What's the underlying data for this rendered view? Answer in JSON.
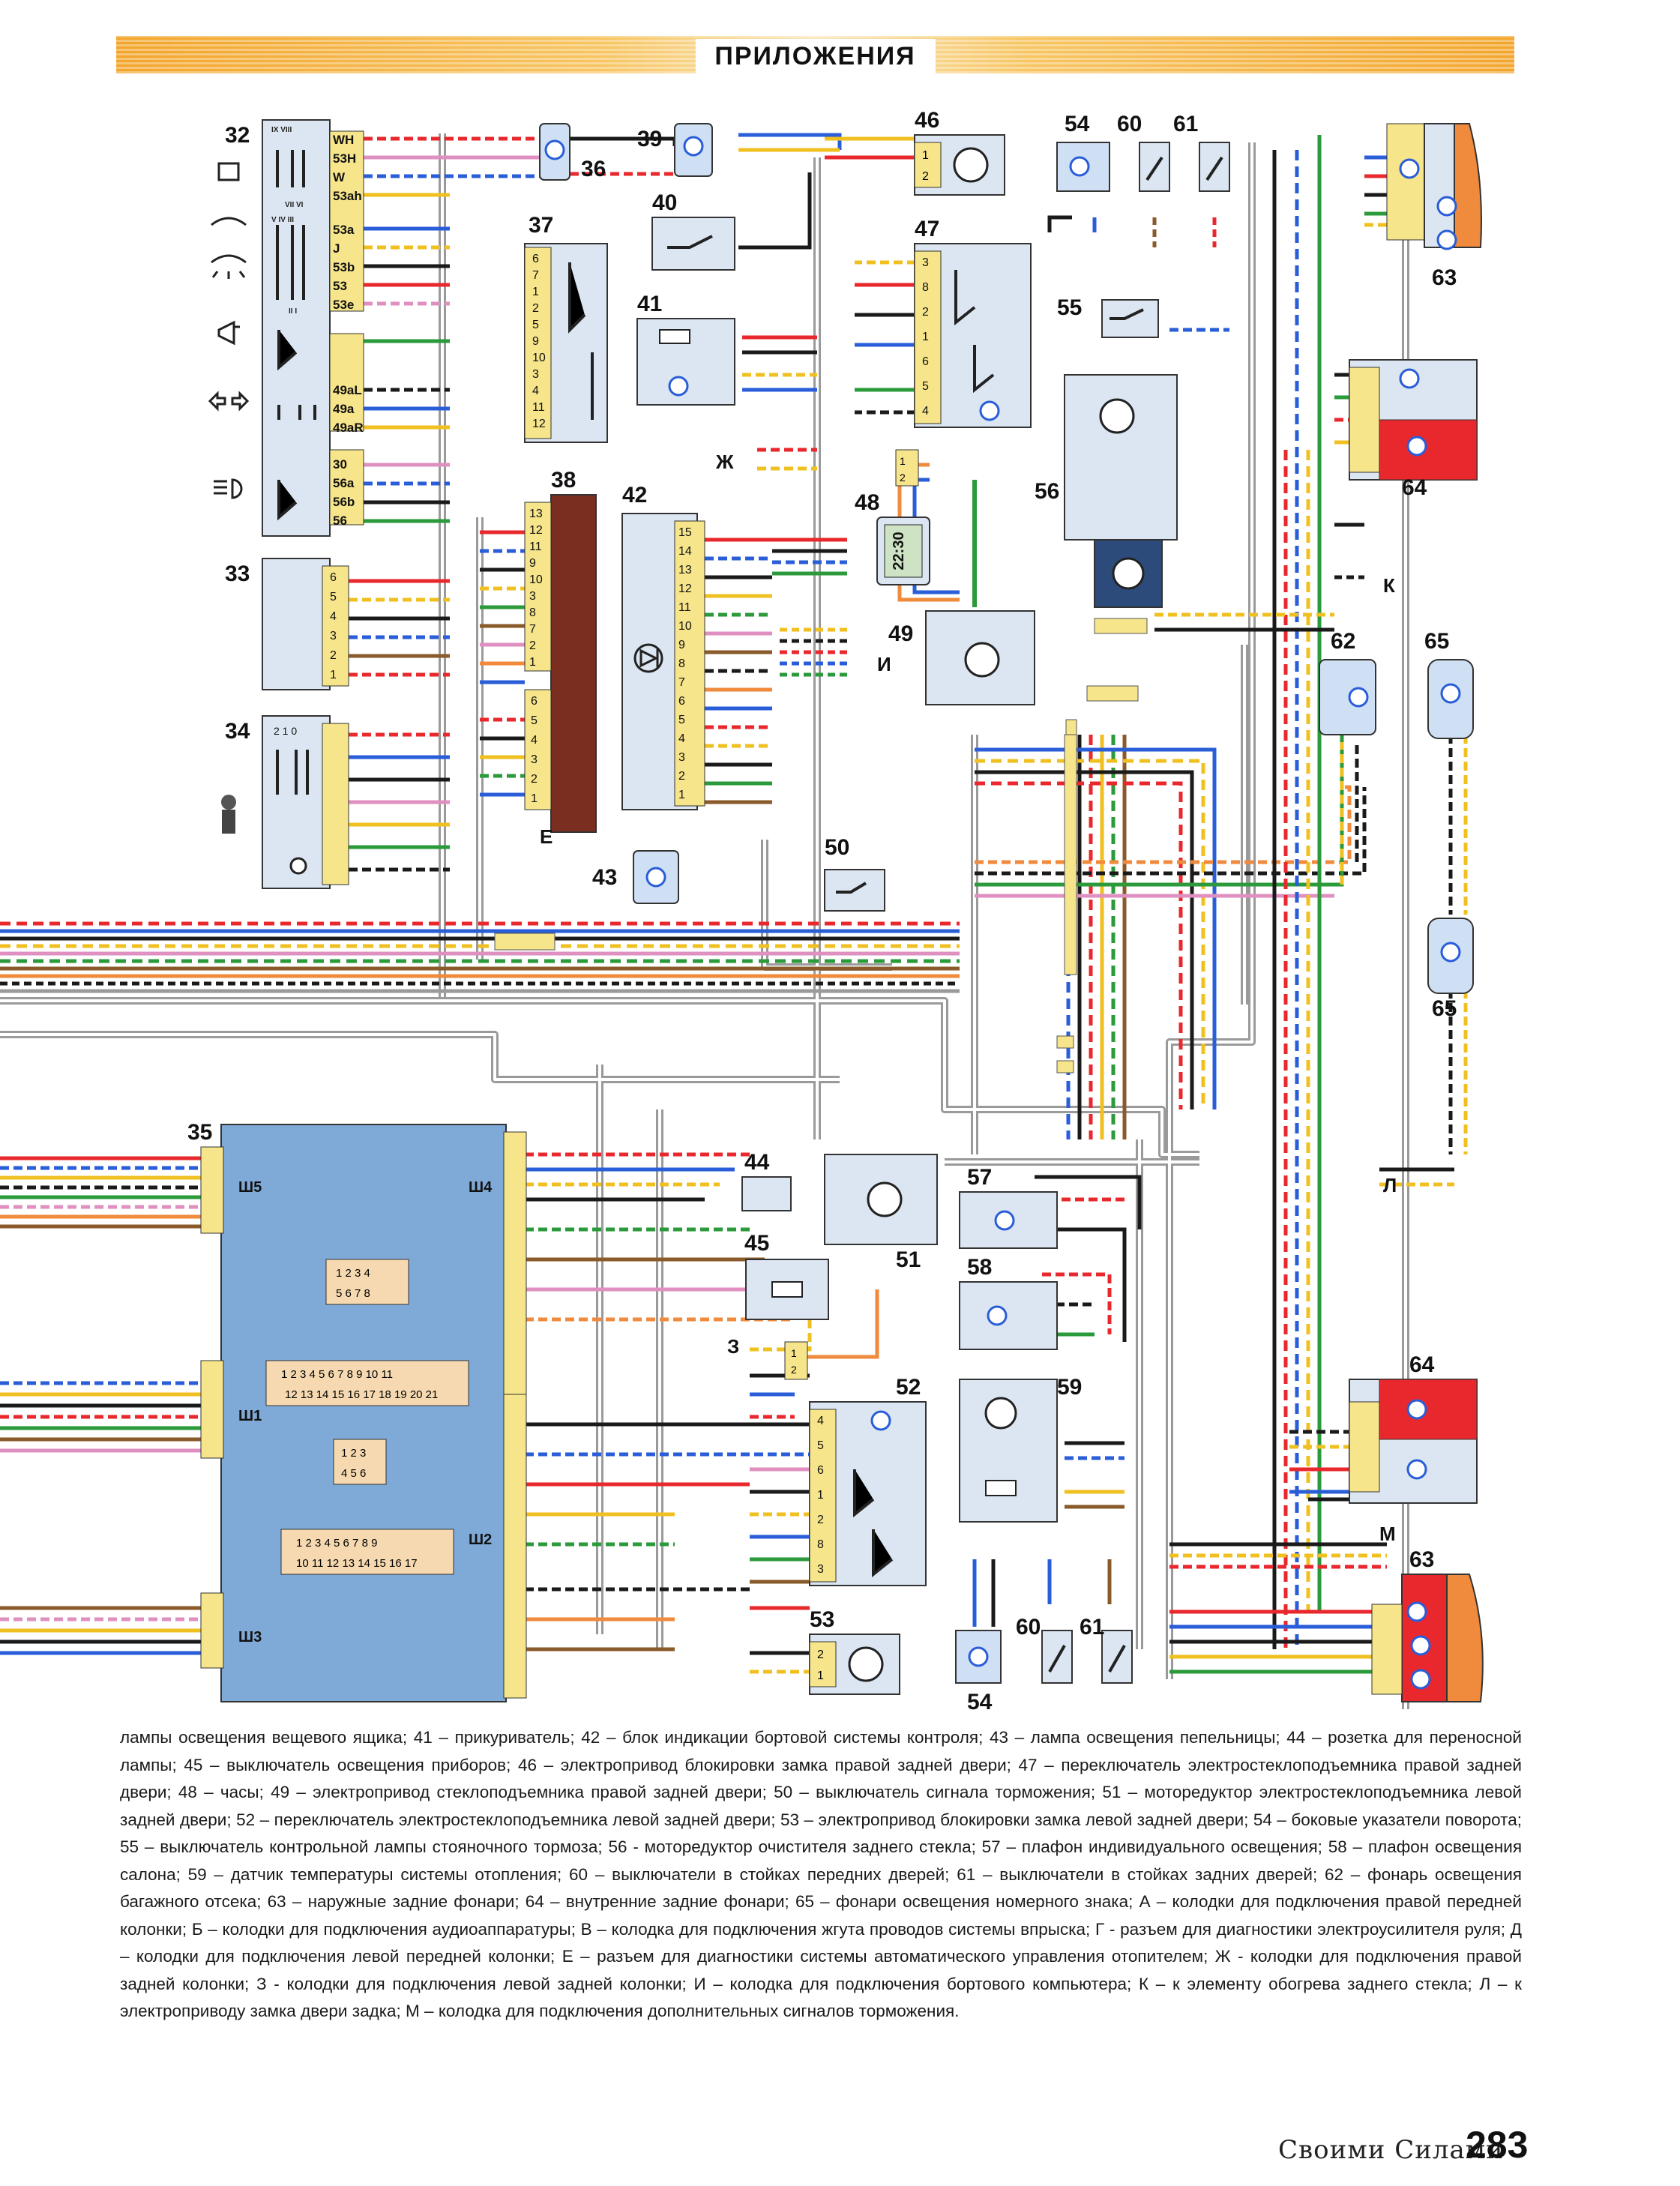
{
  "header": {
    "title": "ПРИЛОЖЕНИЯ"
  },
  "colors": {
    "header_bar": "#f3a52c",
    "ecu_block": "#7fa9d6",
    "lamp_red": "#e8282d",
    "lamp_orange": "#f08a3c",
    "connector_yellow": "#f6e58a",
    "harness_gray": "#9a9a9a"
  },
  "diagram": {
    "components": {
      "c32": "32",
      "c33": "33",
      "c34": "34",
      "c35": "35",
      "c36": "36",
      "c37": "37",
      "c38": "38",
      "c39": "39",
      "c40": "40",
      "c41": "41",
      "c42": "42",
      "c43": "43",
      "c44": "44",
      "c45": "45",
      "c46": "46",
      "c47": "47",
      "c48": "48",
      "c49": "49",
      "c50": "50",
      "c51": "51",
      "c52": "52",
      "c53": "53",
      "c54a": "54",
      "c54b": "54",
      "c55": "55",
      "c56": "56",
      "c57": "57",
      "c58": "58",
      "c59": "59",
      "c60a": "60",
      "c60b": "60",
      "c61a": "61",
      "c61b": "61",
      "c62": "62",
      "c63a": "63",
      "c63b": "63",
      "c64a": "64",
      "c64b": "64",
      "c65a": "65",
      "c65b": "65"
    },
    "connector_letters": {
      "E": "Е",
      "ZH": "Ж",
      "I": "И",
      "K": "К",
      "L": "Л",
      "Z": "З",
      "M": "М"
    },
    "switch32": {
      "positions_top": "IX VIII",
      "positions_mid": "VII VI",
      "positions_low": "V IV III",
      "positions_bottom": "II I",
      "pins": [
        "WH",
        "53H",
        "W",
        "53ah",
        "53a",
        "J",
        "53b",
        "53",
        "53e",
        "49aL",
        "49a",
        "49aR",
        "30",
        "56a",
        "56b",
        "56"
      ]
    },
    "switch34": {
      "positions": "2 1 0"
    },
    "clock48": {
      "display": "22:30"
    },
    "ecu": {
      "sh5": "Ш5",
      "sh4": "Ш4",
      "sh1": "Ш1",
      "sh2": "Ш2",
      "sh3": "Ш3",
      "conn_a_top": "1 2 3 4",
      "conn_a_bot": "5 6 7 8",
      "conn_b_top": "1 2 3 4 5 6 7 8 9 10 11",
      "conn_b_bot": "12 13 14 15 16 17 18 19 20 21",
      "conn_c_top": "1 2 3",
      "conn_c_bot": "4 5 6",
      "conn_d_top": "1 2 3 4 5 6 7 8 9",
      "conn_d_bot": "10 11 12 13 14 15 16 17"
    }
  },
  "caption": "лампы освещения вещевого ящика; 41 – прикуриватель; 42 – блок индикации бортовой системы контроля; 43 – лампа освещения пепельницы; 44 – розетка для переносной лампы; 45 – выключатель освещения приборов; 46 – электропривод блокировки замка правой задней двери; 47 – переключатель электростеклоподъемника правой задней двери; 48 – часы; 49 – электропривод стеклоподъемника правой задней двери; 50 – выключатель сигнала торможения; 51 – моторедуктор электростеклоподъемника левой задней двери; 52 – переключатель электростеклоподъемника левой задней двери; 53 – электропривод блокировки замка левой задней двери; 54 – боковые указатели поворота; 55 – выключатель контрольной лампы стояночного тормоза; 56 - моторедуктор очистителя заднего стекла; 57 – плафон индивидуального освещения; 58 – плафон освещения салона; 59 – датчик температуры системы отопления; 60 – выключатели в стойках передних дверей; 61 – выключатели в стойках задних дверей; 62 – фонарь освещения багажного отсека; 63 – наружные задние фонари; 64 – внутренние задние фонари; 65 – фонари освещения номерного знака; А – колодки для подключения правой передней колонки; Б – колодки для подключения аудиоаппаратуры; В – колодка для подключения жгута проводов системы впрыска; Г - разъем для диагностики электроусилителя руля; Д – колодки для подключения левой передней колонки; Е – разъем для диагностики системы автоматического управления отопителем; Ж - колодки для подключения правой задней колонки; З - колодки для подключения левой задней колонки; И – колодка для подключения бортового компьютера; К – к элементу обогрева заднего стекла; Л – к электроприводу замка двери задка; М – колодка для подключения дополнительных сигналов торможения.",
  "footer": {
    "brand": "Своими Силами",
    "page_number": "283"
  }
}
